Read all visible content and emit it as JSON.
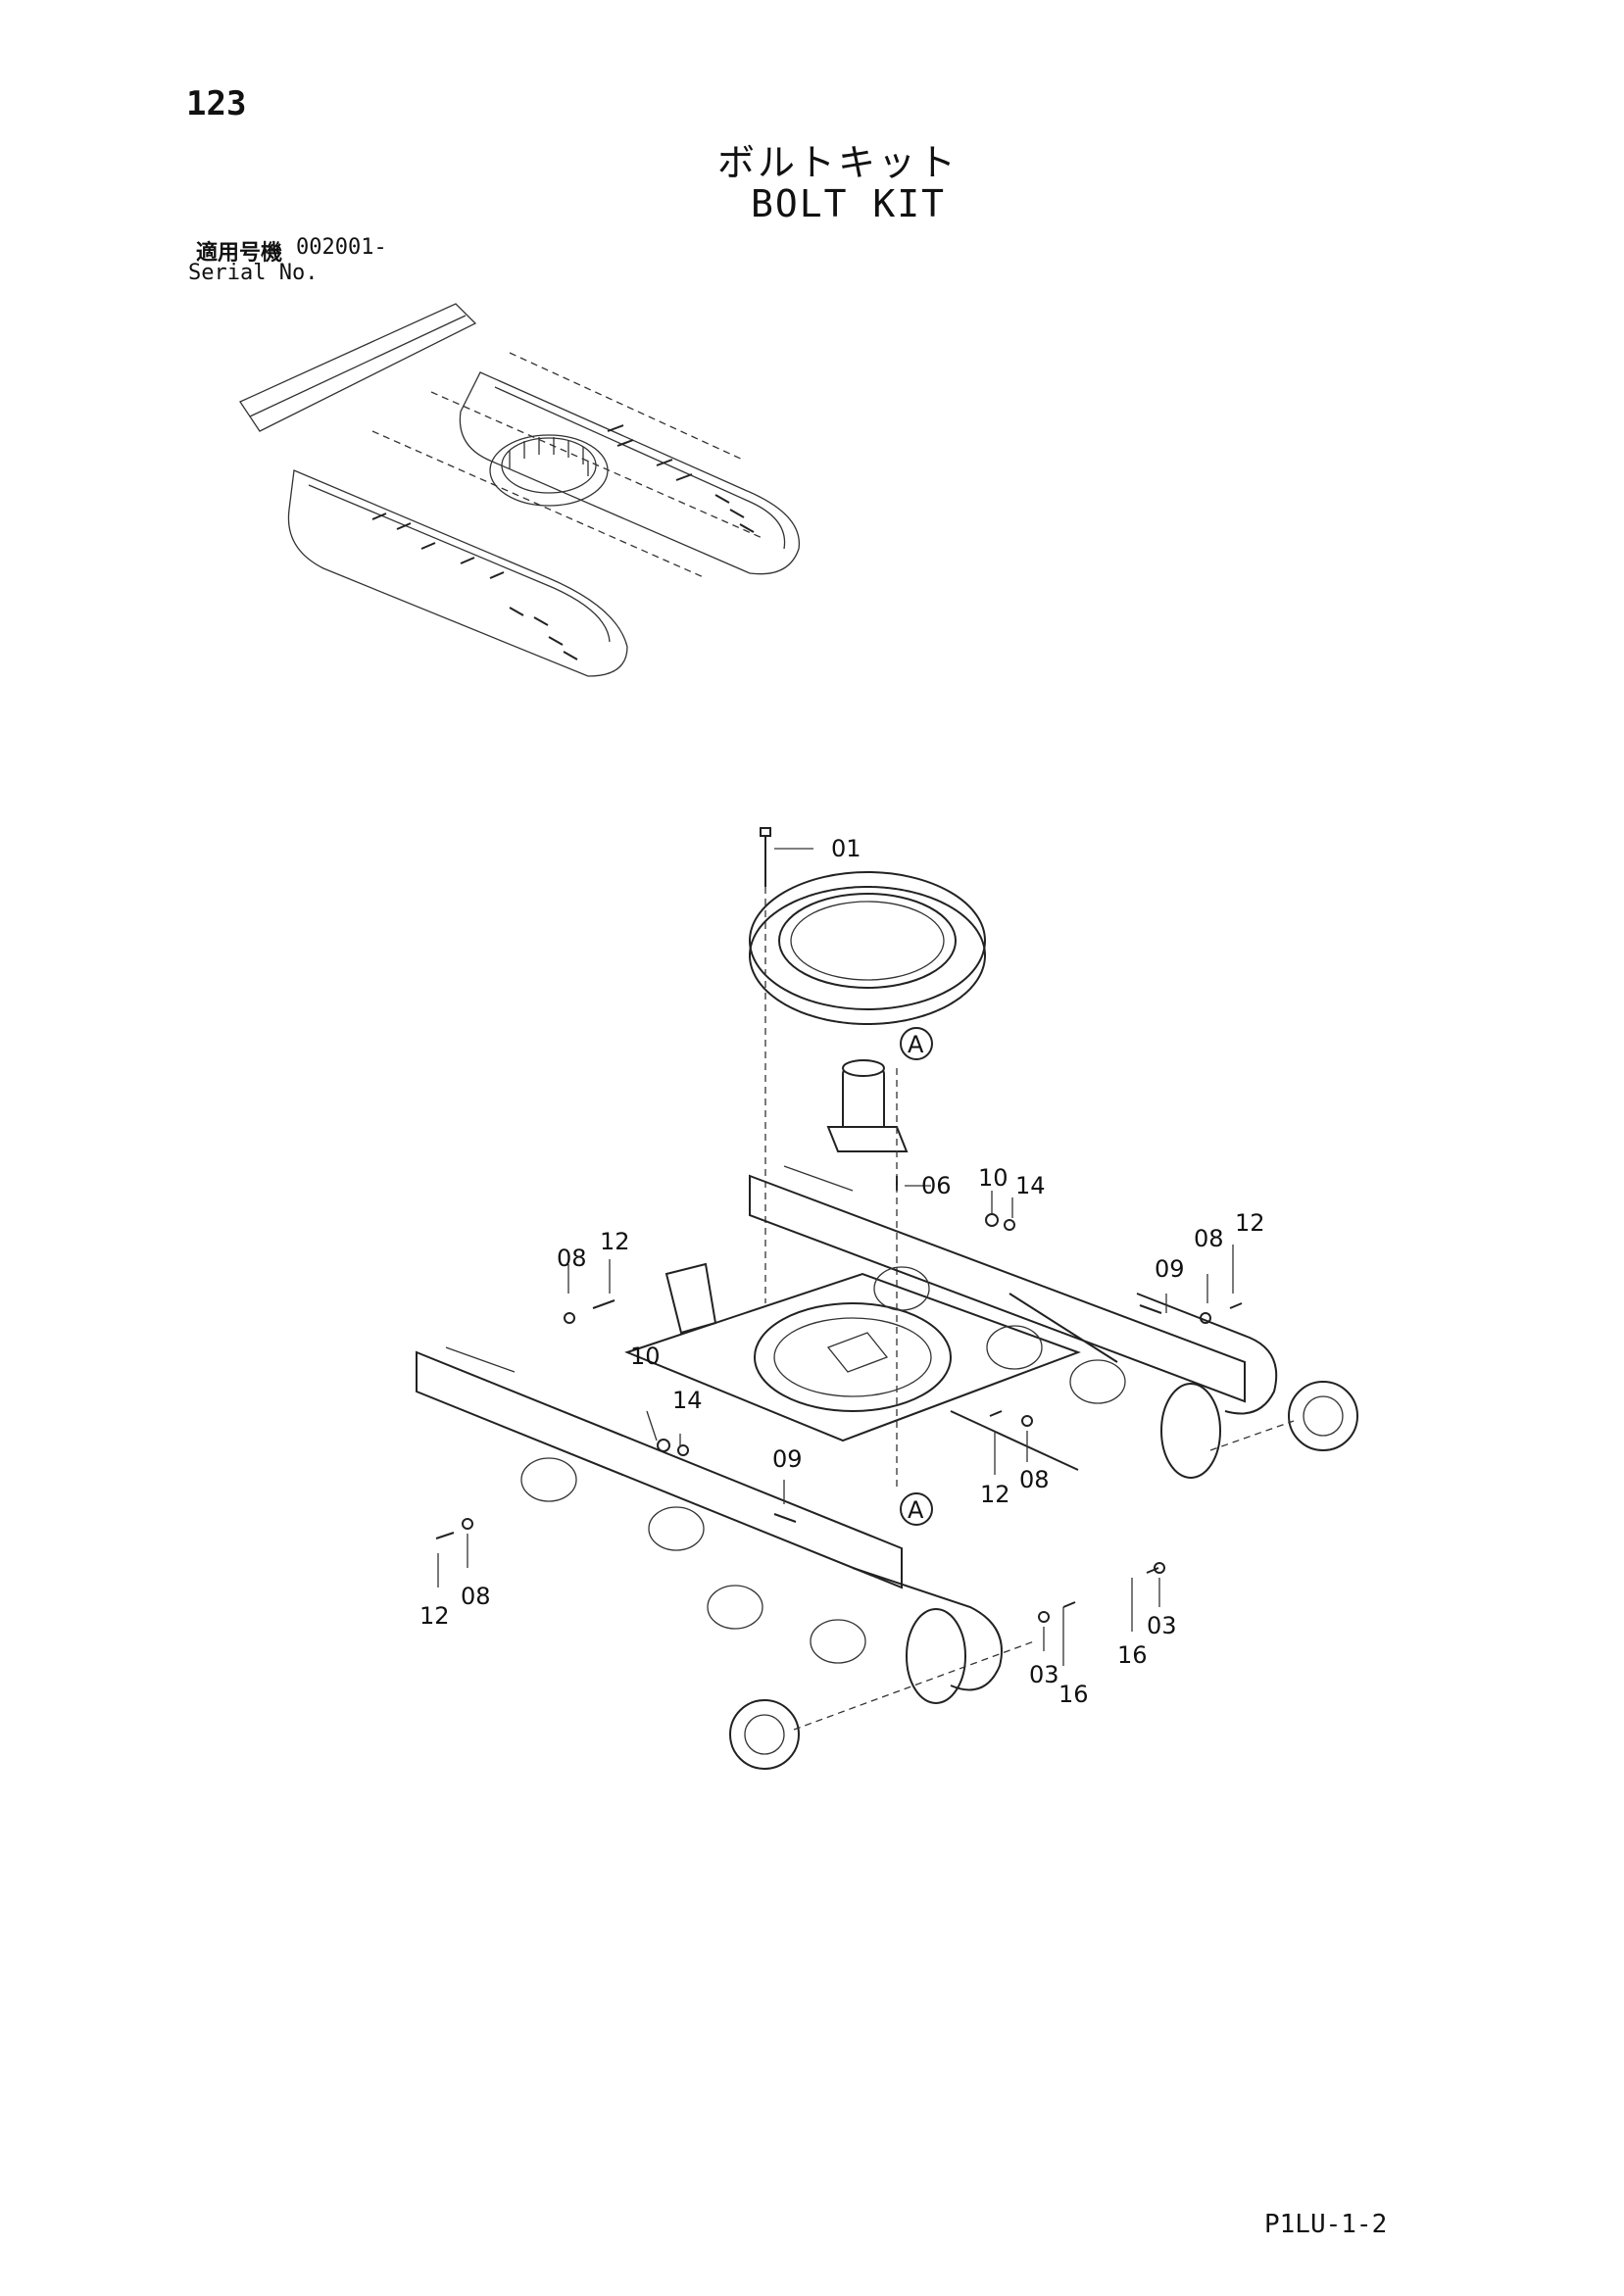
{
  "header": {
    "page_number": "123",
    "title_jp": "ボルトキット",
    "title_en": "BOLT KIT",
    "serial_label_jp": "適用号機",
    "serial_value": "002001-",
    "serial_label_en": "Serial No."
  },
  "footer": {
    "page_code": "P1LU-1-2"
  },
  "callouts": {
    "c01": "01",
    "c06": "06",
    "c10_top": "10",
    "c14_top": "14",
    "c08_left": "08",
    "c12_left": "12",
    "c09_right": "09",
    "c08_right": "08",
    "c12_right": "12",
    "c10_mid": "10",
    "c14_mid": "14",
    "c09_mid": "09",
    "c12_mid": "12",
    "c08_mid": "08",
    "c12_bottom_left": "12",
    "c08_bottom_left": "08",
    "c03_center": "03",
    "c16_center": "16",
    "c03_right": "03",
    "c16_right": "16",
    "ref_a_top": "A",
    "ref_a_bottom": "A"
  }
}
